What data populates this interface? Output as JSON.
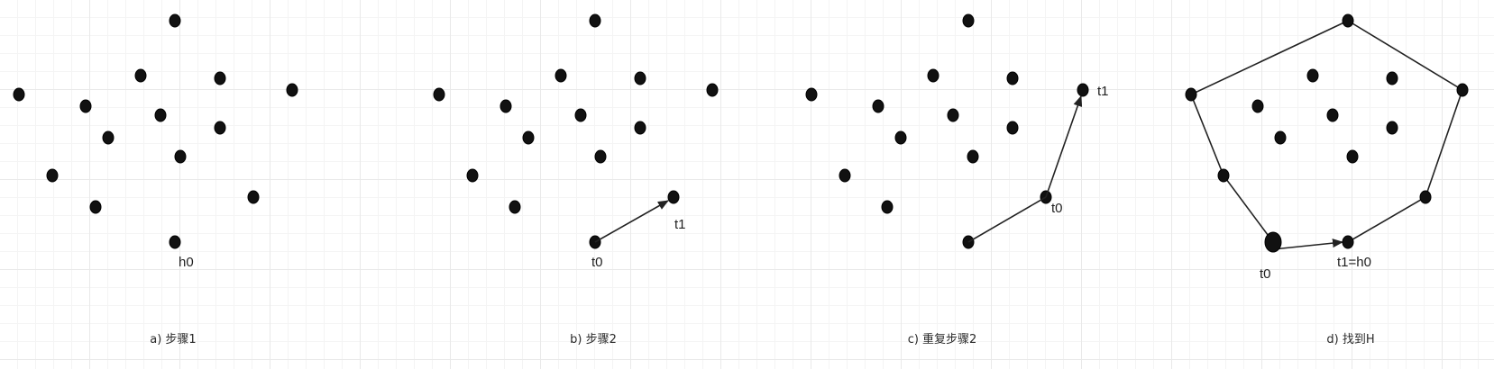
{
  "panels": [
    {
      "id": "a",
      "caption": "a) 步骤1",
      "point_labels": {
        "h0": "h0"
      }
    },
    {
      "id": "b",
      "caption": "b) 步骤2",
      "point_labels": {
        "t0": "t0",
        "t1": "t1"
      }
    },
    {
      "id": "c",
      "caption": "c) 重复步骤2",
      "point_labels": {
        "t0": "t0",
        "t1": "t1"
      }
    },
    {
      "id": "d",
      "caption": "d) 找到H",
      "point_labels": {
        "t0": "t0",
        "t1": "t1=h0"
      }
    }
  ],
  "colors": {
    "point": "#111111",
    "edge": "#222222",
    "grid_major": "#e9e9e9",
    "grid_minor": "#f4f4f4"
  }
}
